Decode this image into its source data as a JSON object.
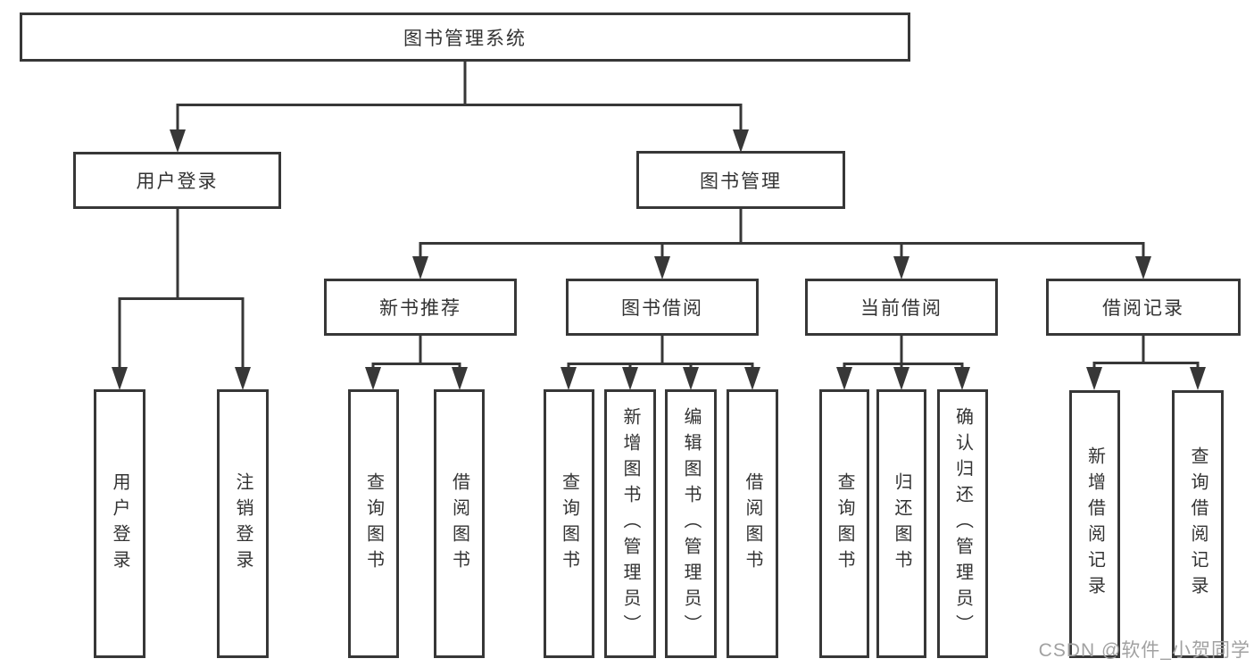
{
  "diagram": {
    "title": "图书管理系统",
    "type": "hierarchy-tree",
    "tree": {
      "label": "图书管理系统",
      "children": [
        {
          "label": "用户登录",
          "children": [
            {
              "label": "用户登录"
            },
            {
              "label": "注销登录"
            }
          ]
        },
        {
          "label": "图书管理",
          "children": [
            {
              "label": "新书推荐",
              "children": [
                {
                  "label": "查询图书"
                },
                {
                  "label": "借阅图书"
                }
              ]
            },
            {
              "label": "图书借阅",
              "children": [
                {
                  "label": "查询图书"
                },
                {
                  "label": "新增图书（管理员）"
                },
                {
                  "label": "编辑图书（管理员）"
                },
                {
                  "label": "借阅图书"
                }
              ]
            },
            {
              "label": "当前借阅",
              "children": [
                {
                  "label": "查询图书"
                },
                {
                  "label": "归还图书"
                },
                {
                  "label": "确认归还（管理员）"
                }
              ]
            },
            {
              "label": "借阅记录",
              "children": [
                {
                  "label": "新增借阅记录"
                },
                {
                  "label": "查询借阅记录"
                }
              ]
            }
          ]
        }
      ]
    }
  },
  "watermark": {
    "text": "CSDN @软件_小贺同学"
  },
  "colors": {
    "line": "#373737",
    "box_border": "#373737",
    "text": "#333333",
    "watermark": "#a1a1a1",
    "background": "#ffffff"
  }
}
